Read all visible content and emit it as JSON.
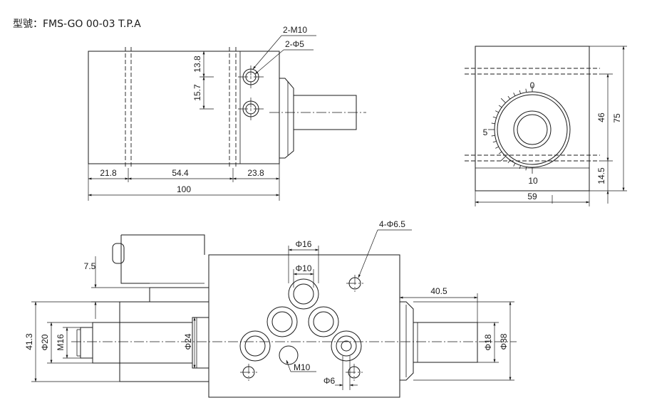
{
  "title": "型號：FMS-GO 00-03 T.P.A",
  "top_view": {
    "labels": {
      "thread": "2-M10",
      "hole": "2-Φ5",
      "dim_13_8": "13.8",
      "dim_15_7": "15.7",
      "dim_21_8": "21.8",
      "dim_54_4": "54.4",
      "dim_23_8": "23.8",
      "dim_100": "100"
    }
  },
  "side_view": {
    "dial": {
      "mark_0": "0",
      "mark_5": "5",
      "mark_10": "10"
    },
    "labels": {
      "dim_46": "46",
      "dim_75": "75",
      "dim_14_5": "14.5",
      "dim_59": "59"
    }
  },
  "front_view": {
    "labels": {
      "holes": "4-Φ6.5",
      "d16": "Φ16",
      "d10": "Φ10",
      "dim_7_5": "7.5",
      "dim_40_5": "40.5",
      "dim_41_3": "41.3",
      "d20": "Φ20",
      "m16": "M16",
      "d24": "Φ24",
      "m10": "M10",
      "d6": "Φ6",
      "d18": "Φ18",
      "d38": "Φ38"
    }
  }
}
